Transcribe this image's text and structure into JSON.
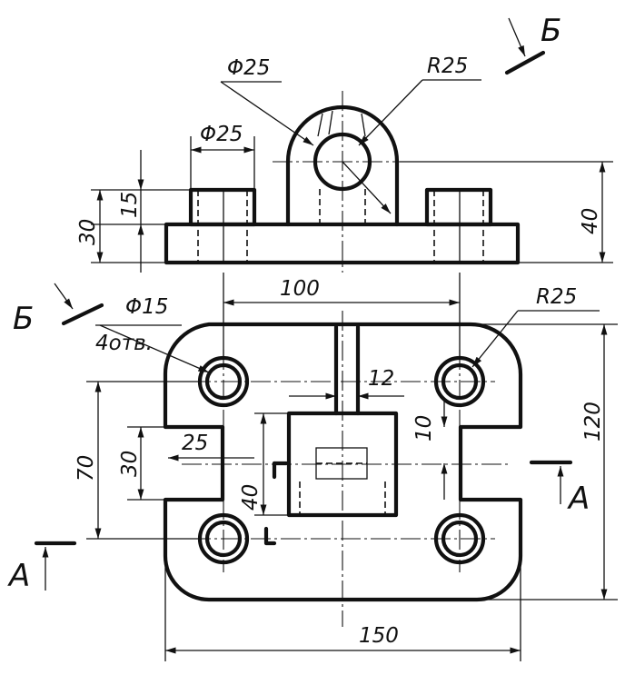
{
  "front_view": {
    "boss_hole_diameter": "Φ25",
    "boss_radius": "R25",
    "pad_hole_diameter": "Φ25",
    "height_15": "15",
    "height_30": "30",
    "height_40": "40"
  },
  "top_view": {
    "holes_diameter": "Φ15",
    "holes_count": "4отв.",
    "corner_radius": "R25",
    "span_100": "100",
    "slot_12": "12",
    "dim_10": "10",
    "dim_25": "25",
    "dim_30": "30",
    "dim_40": "40",
    "dim_70": "70",
    "dim_120": "120",
    "dim_150": "150"
  },
  "section_marks": {
    "section_b": "Б",
    "section_a": "А"
  }
}
